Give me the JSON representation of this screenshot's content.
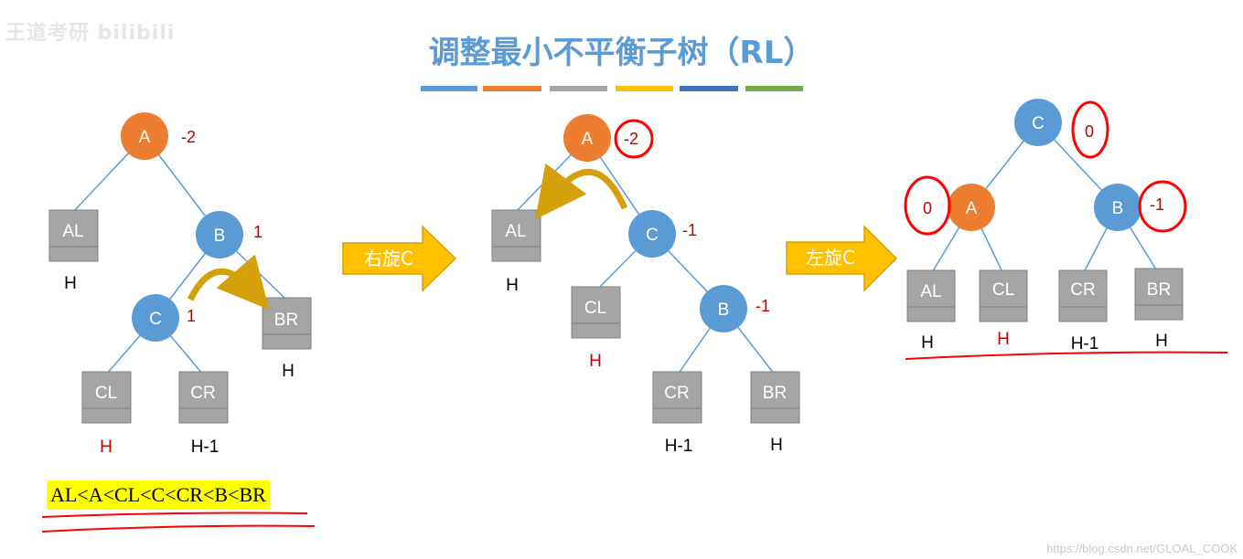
{
  "watermark": "王道考研 bilibili",
  "title": "调整最小不平衡子树（RL）",
  "credit": "https://blog.csdn.net/GLOAL_COOK",
  "color_bar": [
    "#5b9bd5",
    "#ed7d31",
    "#a5a5a5",
    "#ffc000",
    "#4472c4",
    "#70ad47"
  ],
  "colors": {
    "orange_node": "#ed7d31",
    "blue_node": "#5b9bd5",
    "subtree": "#a5a5a5",
    "arrow": "#ffc000",
    "balance": "#c00000",
    "annotation": "#ff0000"
  },
  "order_text": "AL<A<CL<C<CR<B<BR",
  "arrows": {
    "right_rotate": "右旋C",
    "left_rotate": "左旋C"
  },
  "diagram1": {
    "nodes": {
      "A": "A",
      "B": "B",
      "C": "C"
    },
    "balance": {
      "A": "-2",
      "B": "1",
      "C": "1"
    },
    "subtrees": {
      "AL": "AL",
      "BR": "BR",
      "CL": "CL",
      "CR": "CR"
    },
    "heights": {
      "AL": "H",
      "BR": "H",
      "CL": "H",
      "CR": "H-1"
    }
  },
  "diagram2": {
    "nodes": {
      "A": "A",
      "C": "C",
      "B": "B"
    },
    "balance": {
      "A": "-2",
      "C": "-1",
      "B": "-1"
    },
    "subtrees": {
      "AL": "AL",
      "CL": "CL",
      "CR": "CR",
      "BR": "BR"
    },
    "heights": {
      "AL": "H",
      "CL": "H",
      "CR": "H-1",
      "BR": "H"
    }
  },
  "diagram3": {
    "nodes": {
      "C": "C",
      "A": "A",
      "B": "B"
    },
    "balance": {
      "C": "0",
      "A": "0",
      "B": "-1"
    },
    "subtrees": {
      "AL": "AL",
      "CL": "CL",
      "CR": "CR",
      "BR": "BR"
    },
    "heights": {
      "AL": "H",
      "CL": "H",
      "CR": "H-1",
      "BR": "H"
    }
  }
}
